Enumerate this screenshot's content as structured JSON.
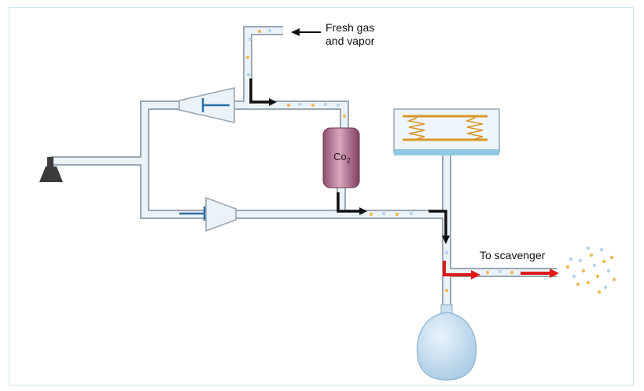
{
  "labels": {
    "fresh_gas_line1": "Fresh gas",
    "fresh_gas_line2": "and vapor",
    "co2_main": "Co",
    "co2_sub": "2",
    "to_scavenger": "To scavenger"
  },
  "colors": {
    "tube_fill": "#ecf3f8",
    "tube_edge": "#9aa6b3",
    "valve_blue": "#2d6ea3",
    "flow_black": "#111111",
    "flow_red": "#e01818",
    "canister": "#a86a88",
    "spring_orange": "#d9962a",
    "ventilator_base": "#8fc9e3",
    "bag": "#c9e1f2",
    "dot_orange": "#f0b95a",
    "dot_blue": "#b7d3ea",
    "mask": "#3b3b3b"
  },
  "icons": [
    "mask-icon",
    "flow-arrow-icon",
    "valve-icon",
    "spring-icon"
  ]
}
